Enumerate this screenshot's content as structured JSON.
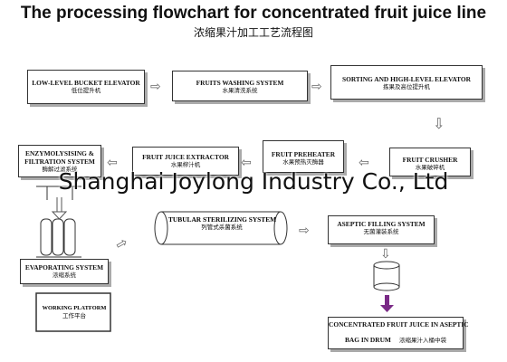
{
  "title": "The processing flowchart for concentrated fruit juice line",
  "subtitle": "浓缩果汁加工工艺流程图",
  "watermark": "Shanghai Joylong Industry Co., Ltd",
  "steps": {
    "bucket_elevator": {
      "en": "LOW-LEVEL BUCKET ELEVATOR",
      "zh": "低位提升机"
    },
    "washing": {
      "en": "FRUITS WASHING SYSTEM",
      "zh": "水果清洗系统"
    },
    "sorting": {
      "en": "SORTING AND HIGH-LEVEL ELEVATOR",
      "zh": "拣果及高位提升机"
    },
    "crusher": {
      "en": "FRUIT CRUSHER",
      "zh": "水果破碎机"
    },
    "preheater": {
      "en": "FRUIT PREHEATER",
      "zh": "水果预热灭酶器"
    },
    "extractor": {
      "en": "FRUIT JUICE EXTRACTOR",
      "zh": "水果榨汁机"
    },
    "enzymolysis": {
      "en1": "ENZYMOLYSISING &",
      "en2": "FILTRATION SYSTEM",
      "zh": "酶解过滤系统"
    },
    "evaporating": {
      "en": "EVAPORATING SYSTEM",
      "zh": "浓缩系统"
    },
    "platform": {
      "en": "WORKING PLATFORM",
      "zh": "工作平台"
    },
    "sterilizing": {
      "en": "TUBULAR STERILIZING SYSTEM",
      "zh": "列管式杀菌系统"
    },
    "aseptic": {
      "en": "ASEPTIC FILLING SYSTEM",
      "zh": "无菌灌装系统"
    },
    "final": {
      "en1": "CONCENTRATED FRUIT JUICE IN ASEPTIC",
      "en2": "BAG IN DRUM",
      "zh": "浓缩果汁入桶中袋"
    }
  },
  "colors": {
    "arrow_down": "#7a2a86",
    "shadow": "#aaaaaa"
  }
}
